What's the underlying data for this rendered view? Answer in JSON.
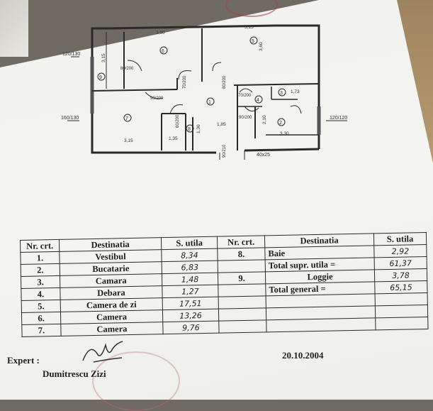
{
  "plan": {
    "room_numbers": [
      "1",
      "2",
      "3",
      "4",
      "5",
      "6",
      "7",
      "8",
      "9"
    ],
    "dimensions": [
      "3,90",
      "5,15",
      "3,60",
      "3,15",
      "3,15",
      "1,85",
      "1,35",
      "3,30",
      "1,30",
      "2,10",
      "1,73"
    ],
    "door_labels": [
      "80/200",
      "90/200",
      "70/200",
      "80/200",
      "70/200",
      "90/200",
      "60/200",
      "90/210"
    ],
    "openings": [
      "120/130",
      "160/130",
      "120/120",
      "40x25"
    ]
  },
  "table": {
    "headers": [
      "Nr. crt.",
      "Destinatia",
      "S. utila",
      "Nr. crt.",
      "Destinatia",
      "S. utila"
    ],
    "rows": [
      {
        "nr": "1.",
        "dest": "Vestibul",
        "su": "8,34",
        "nr2": "8.",
        "dest2": "Baie",
        "su2": "2,92"
      },
      {
        "nr": "2.",
        "dest": "Bucatarie",
        "su": "6,83",
        "nr2": "",
        "dest2": "Total supr. utila  =",
        "su2": "61,37"
      },
      {
        "nr": "3.",
        "dest": "Camara",
        "su": "1,48",
        "nr2": "9.",
        "dest2": "Loggie",
        "su2": "3,78"
      },
      {
        "nr": "4.",
        "dest": "Debara",
        "su": "1,27",
        "nr2": "",
        "dest2": "Total general  =",
        "su2": "65,15"
      },
      {
        "nr": "5.",
        "dest": "Camera  de zi",
        "su": "17,51",
        "nr2": "",
        "dest2": "",
        "su2": ""
      },
      {
        "nr": "6.",
        "dest": "Camera",
        "su": "13,26",
        "nr2": "",
        "dest2": "",
        "su2": ""
      },
      {
        "nr": "7.",
        "dest": "Camera",
        "su": "9,76",
        "nr2": "",
        "dest2": "",
        "su2": ""
      }
    ]
  },
  "footer": {
    "expert_label": "Expert :",
    "expert_name": "Dumitrescu Zizi",
    "date": "20.10.2004"
  }
}
